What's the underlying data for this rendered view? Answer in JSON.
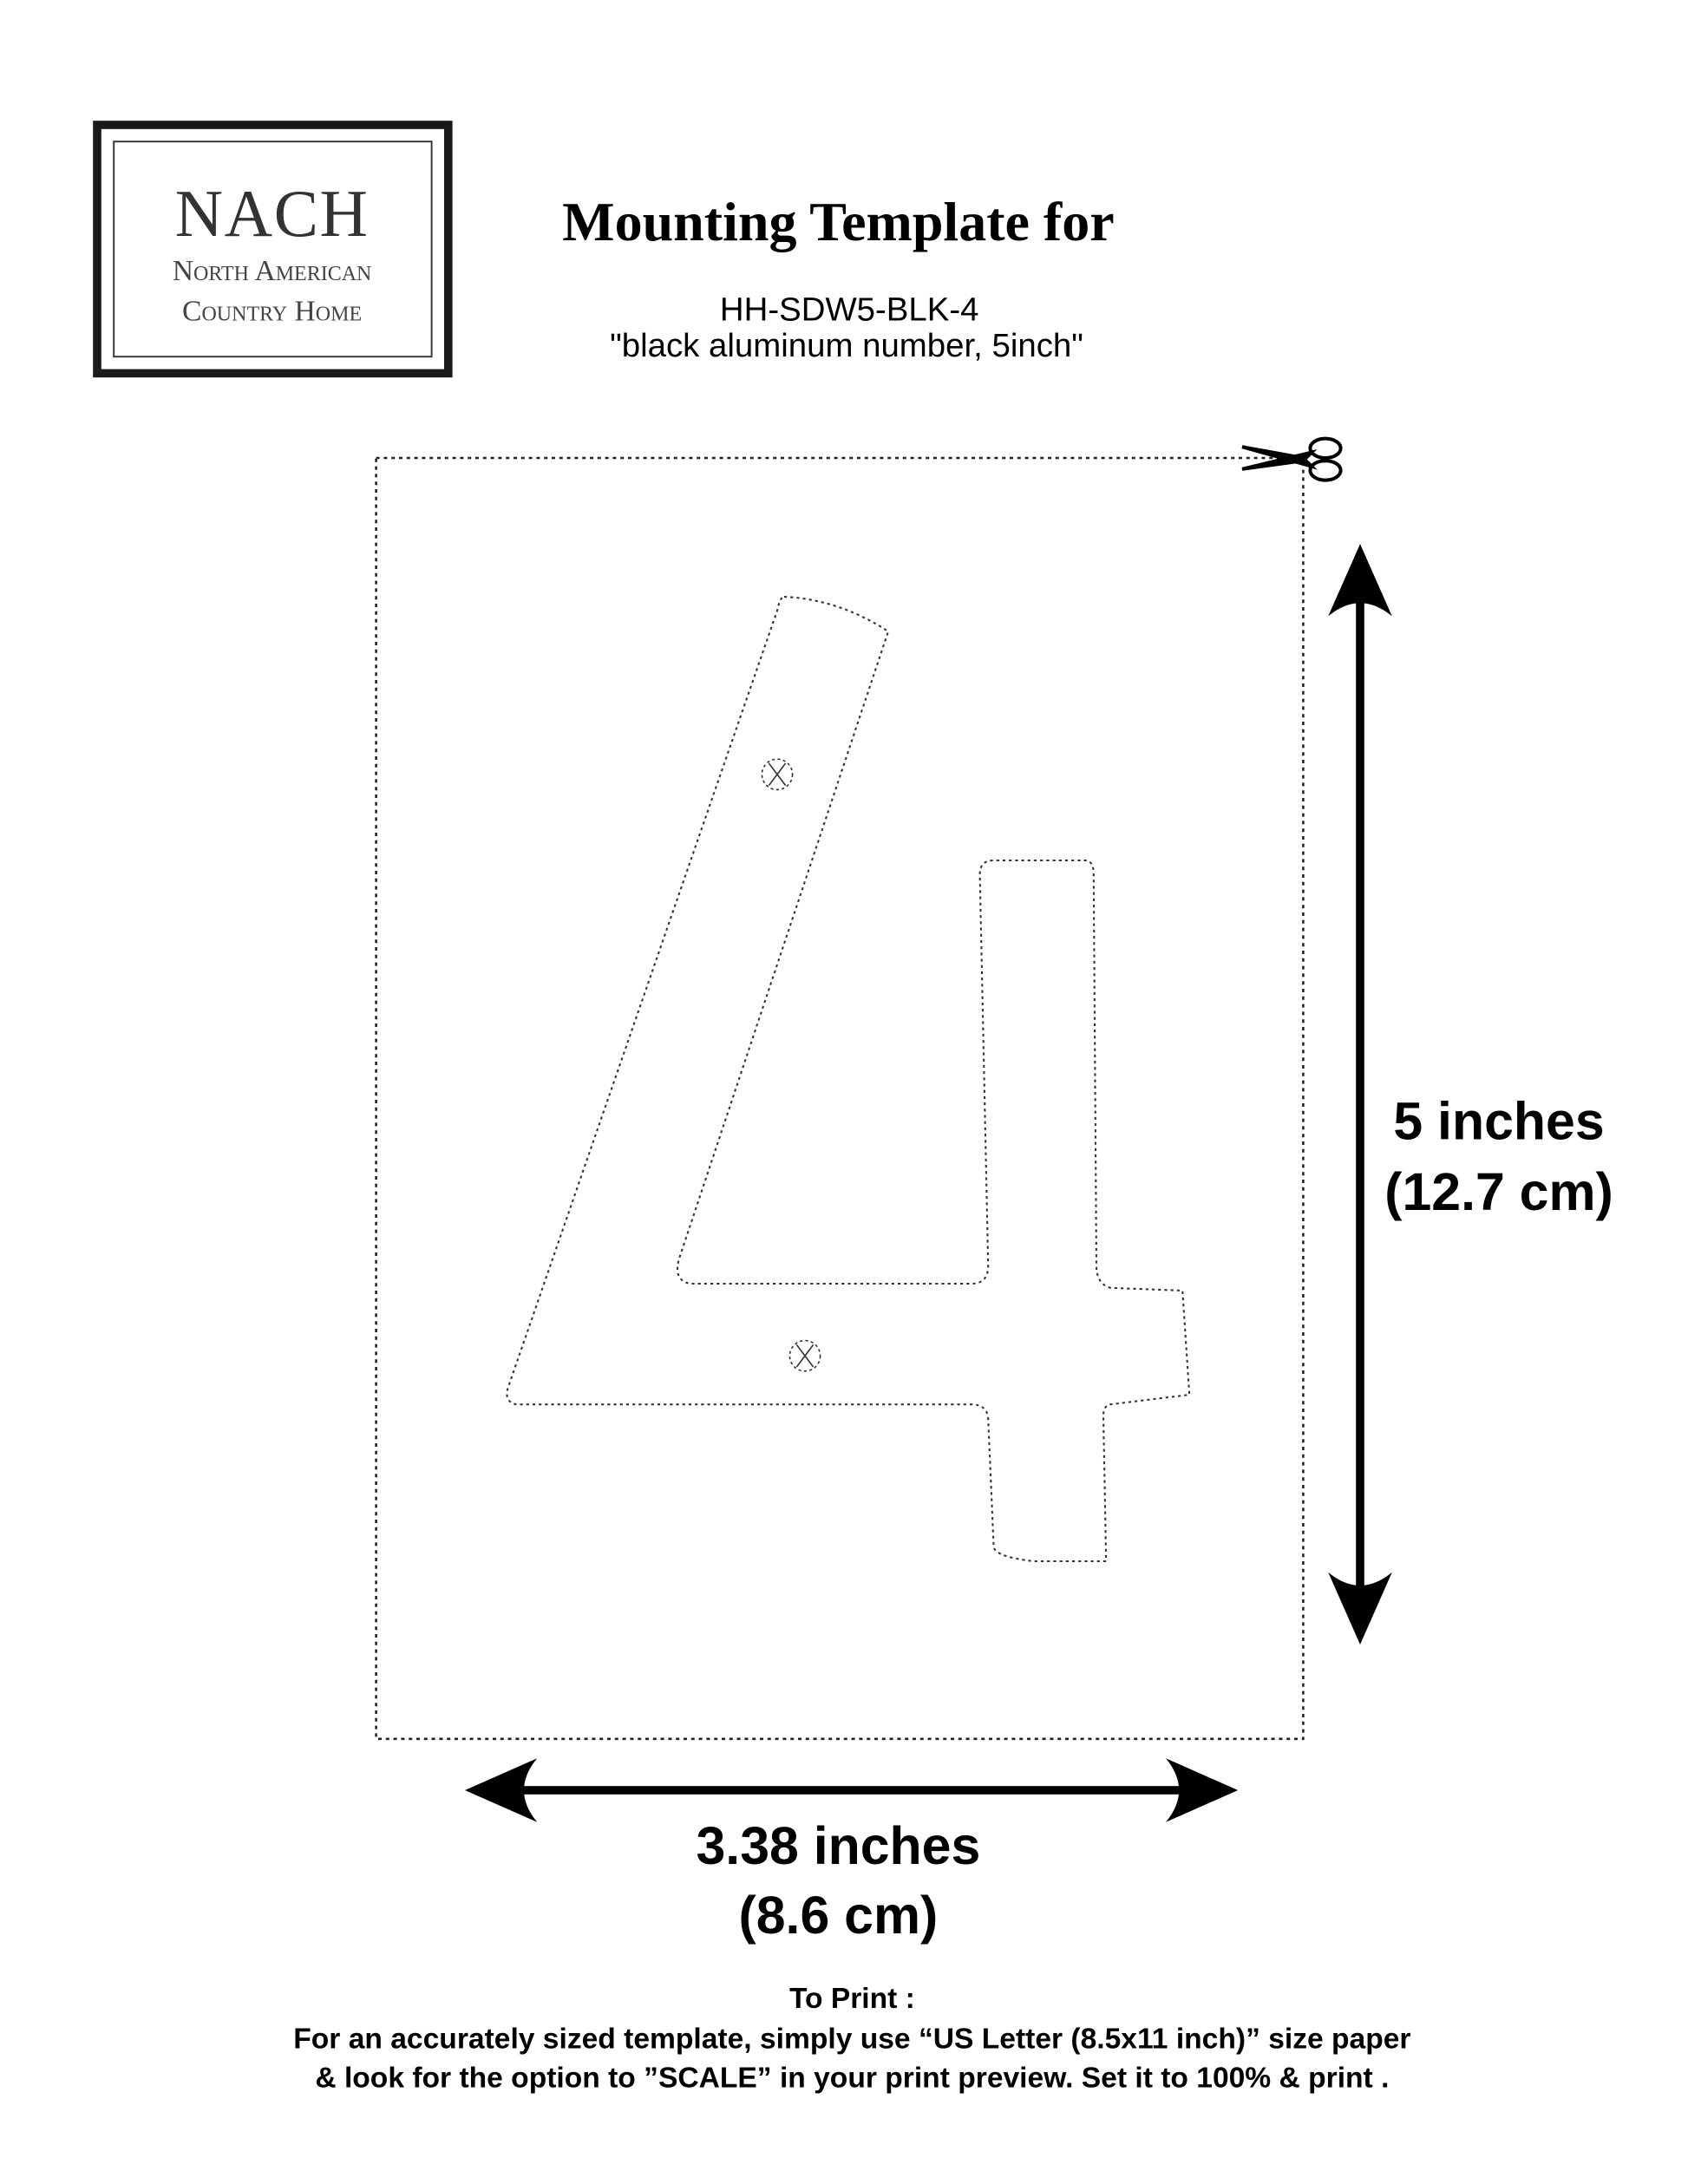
{
  "logo": {
    "mark": "NACH",
    "line1": "North American",
    "line2": "Country Home"
  },
  "header": {
    "title": "Mounting Template for",
    "sku": "HH-SDW5-BLK-4",
    "description": "\"black aluminum number, 5inch\""
  },
  "template": {
    "cut_icon": "scissors-icon",
    "digit": "4",
    "height_label": "5 inches",
    "height_metric": "(12.7 cm)",
    "width_label": "3.38 inches",
    "width_metric": "(8.6 cm)"
  },
  "instructions": {
    "heading": "To Print :",
    "line1": "For an accurately sized template, simply use “US Letter (8.5x11 inch)” size paper",
    "line2": "& look for the option to ”SCALE” in your print preview. Set it to 100% & print ."
  }
}
